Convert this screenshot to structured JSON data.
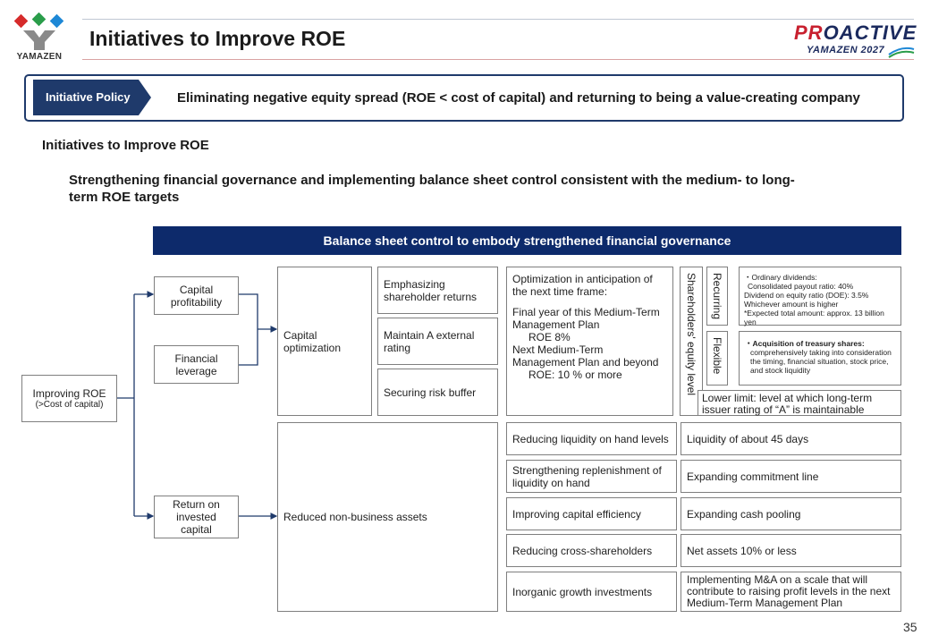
{
  "header": {
    "logo_text": "YAMAZEN",
    "title": "Initiatives to Improve ROE",
    "brand_pr": "PR",
    "brand_rest": "OACTIVE",
    "brand_sub": "YAMAZEN 2027"
  },
  "policy": {
    "tag": "Initiative Policy",
    "text": "Eliminating negative equity spread (ROE < cost of capital) and returning to being a value-creating company"
  },
  "section": {
    "heading": "Initiatives to Improve ROE",
    "subheading": "Strengthening financial governance and implementing balance sheet control consistent with the medium- to long-term ROE targets"
  },
  "banner": "Balance sheet control to embody strengthened financial governance",
  "tree": {
    "root": "Improving ROE",
    "root_sub": "(>Cost of capital)",
    "capital_profitability": "Capital profitability",
    "financial_leverage": "Financial leverage",
    "return_on_invested_capital": "Return on invested capital",
    "capital_optimization": "Capital optimization",
    "reduced_non_business_assets": "Reduced non-business assets"
  },
  "capital_items": [
    "Emphasizing shareholder returns",
    "Maintain A external rating",
    "Securing risk buffer"
  ],
  "optimization": {
    "intro": "Optimization in anticipation of the next time frame:",
    "line1": "Final year of this Medium-Term Management Plan",
    "line2": "ROE 8%",
    "line3": "Next Medium-Term Management Plan and beyond",
    "line4": "ROE: 10 % or more"
  },
  "equity": {
    "vertical_label": "Shareholders' equity level",
    "recurring_label": "Recurring",
    "recurring_lines": [
      "・Ordinary dividends:",
      "Consolidated payout ratio: 40%",
      "Dividend on equity ratio (DOE): 3.5%",
      "Whichever amount is higher",
      "*Expected total amount: approx. 13 billion yen"
    ],
    "flexible_label": "Flexible",
    "flexible_lines": [
      "・Acquisition of treasury shares:",
      "comprehensively taking into consideration the timing, financial situation, stock price, and stock liquidity"
    ],
    "lower_limit": "Lower limit: level at which long-term issuer rating of “A” is maintainable"
  },
  "non_business": [
    {
      "measure": "Reducing liquidity on hand levels",
      "target": "Liquidity of about 45 days"
    },
    {
      "measure": "Strengthening replenishment of liquidity on hand",
      "target": "Expanding commitment line"
    },
    {
      "measure": "Improving capital efficiency",
      "target": "Expanding cash pooling"
    },
    {
      "measure": "Reducing cross-shareholders",
      "target": "Net assets 10% or less"
    },
    {
      "measure": "Inorganic growth investments",
      "target": "Implementing M&A on a scale that will contribute to raising profit levels in the next Medium-Term Management Plan"
    }
  ],
  "page_number": "35",
  "colors": {
    "navy": "#0d2a6b",
    "policy_border": "#1f3a6b",
    "brand_red": "#c8202f",
    "logo_green": "#2a9d4a",
    "logo_blue": "#1e88d6",
    "logo_red": "#d62b2b"
  }
}
